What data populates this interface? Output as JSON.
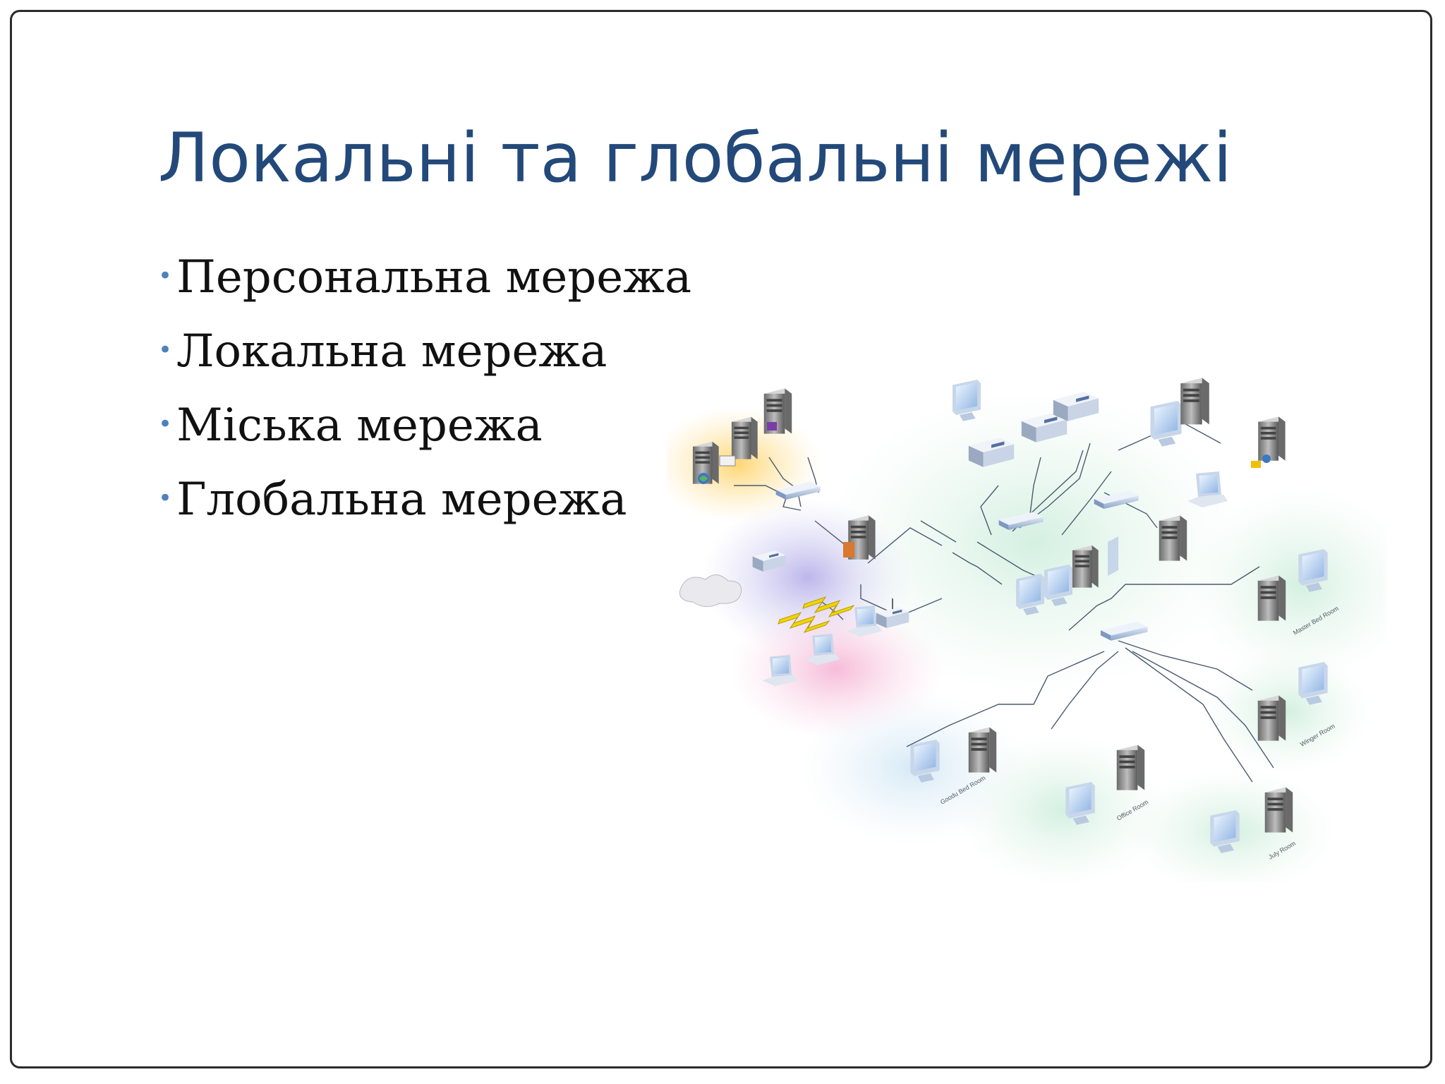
{
  "slide": {
    "title": "Локальні та глобальні мережі",
    "bullets": [
      "Персональна мережа",
      "Локальна мережа",
      "Міська мережа",
      "Глобальна мережа"
    ]
  },
  "diagram": {
    "room_labels": {
      "master": "Master Bed Room",
      "winger": "Winger Room",
      "goodu": "Goodu Bed Room",
      "office": "Office Room",
      "july": "July Room"
    }
  },
  "colors": {
    "title": "#23497a",
    "bullet": "#4f81bd",
    "text": "#111111",
    "frame": "#2b2b2b"
  }
}
